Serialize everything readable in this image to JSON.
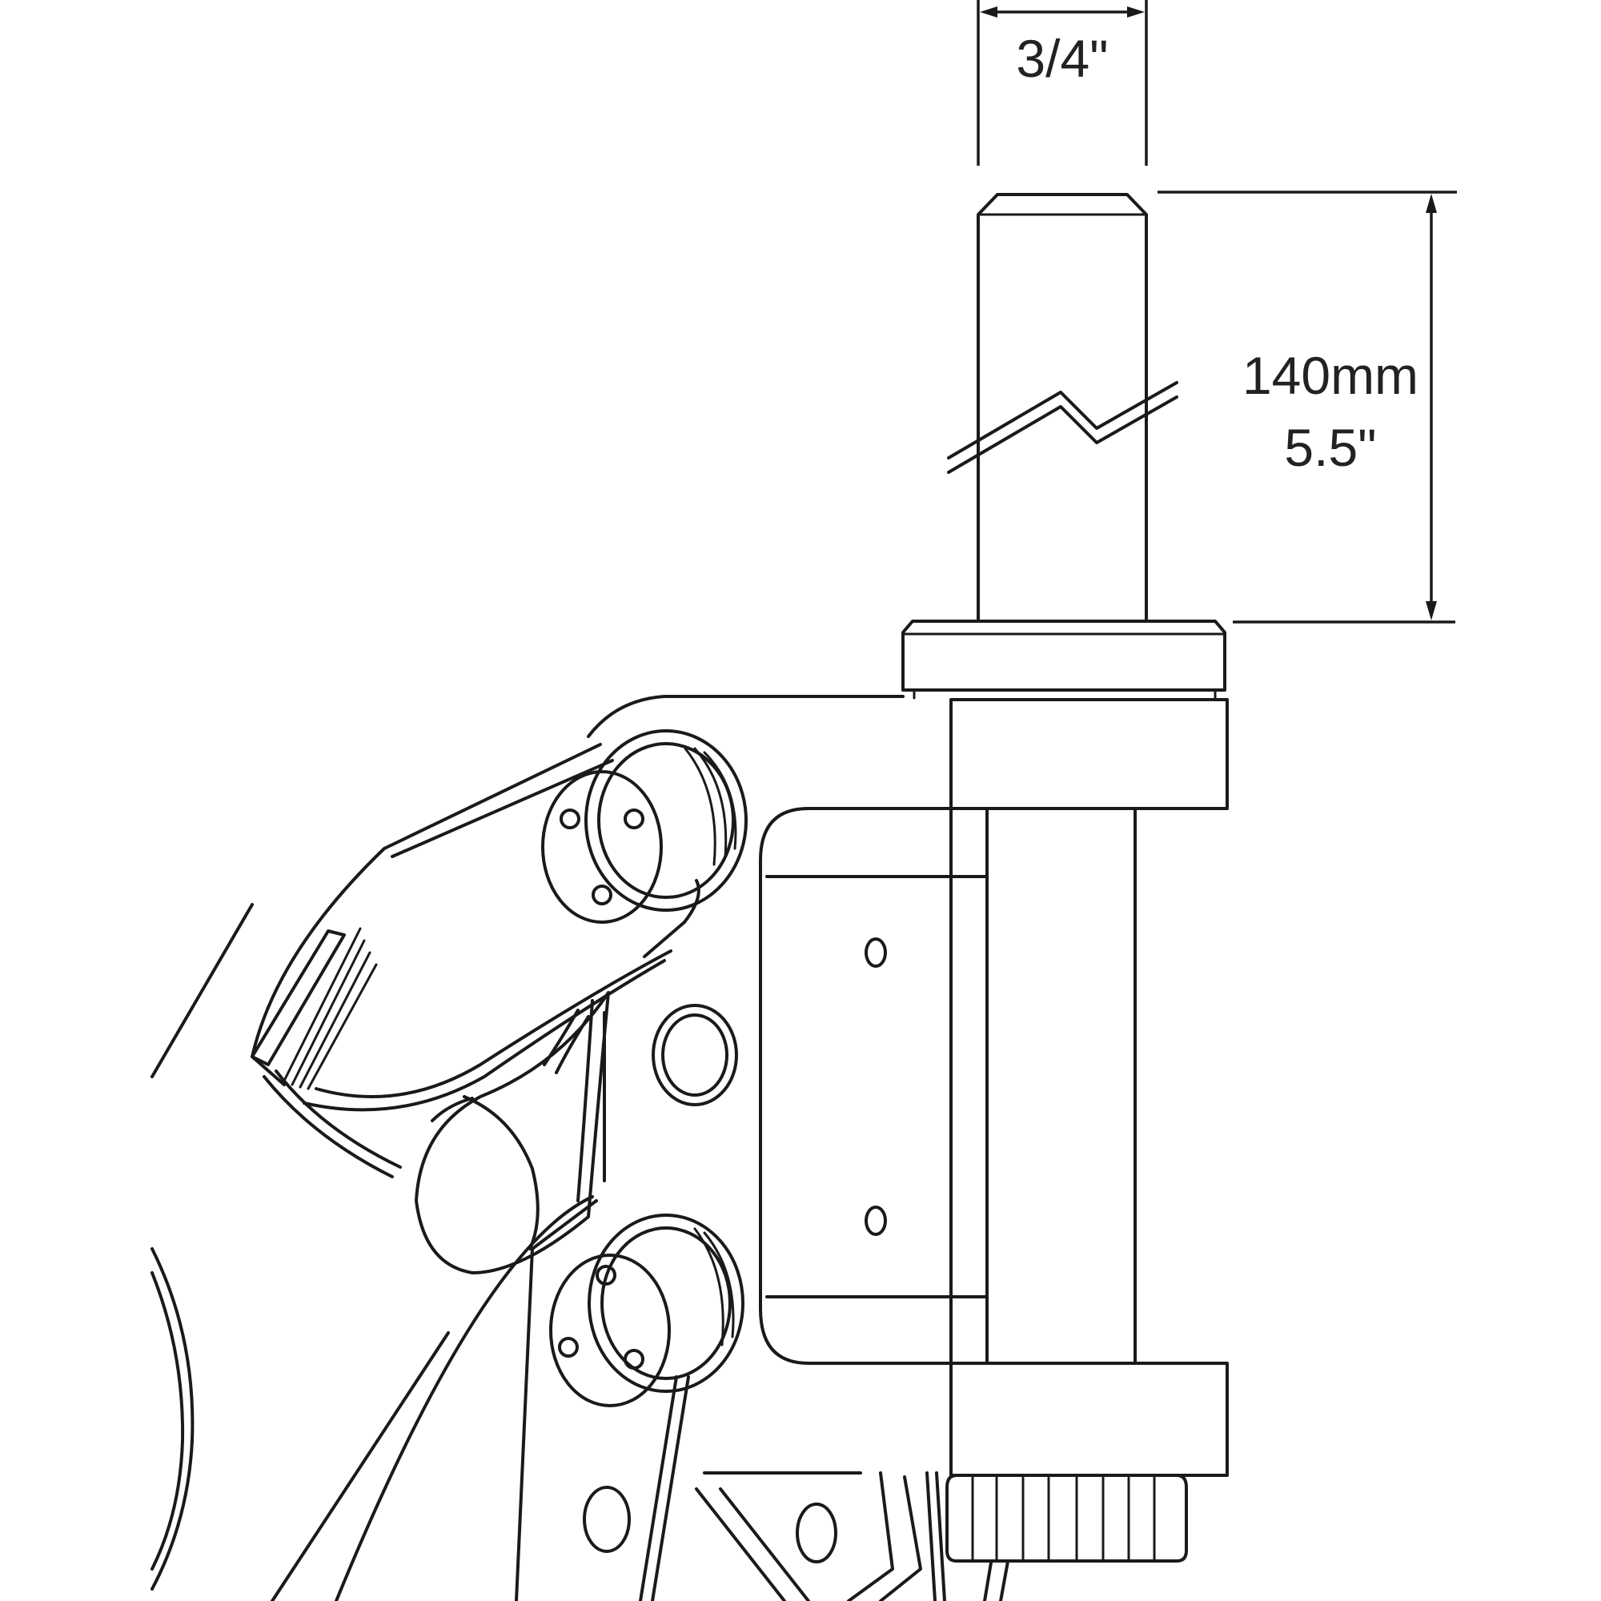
{
  "dimensions": {
    "width_label": "3/4\"",
    "length_label_metric": "140mm",
    "length_label_imperial": "5.5\""
  },
  "colors": {
    "line": "#1a1a1a",
    "background": "#ffffff",
    "text": "#222222"
  }
}
